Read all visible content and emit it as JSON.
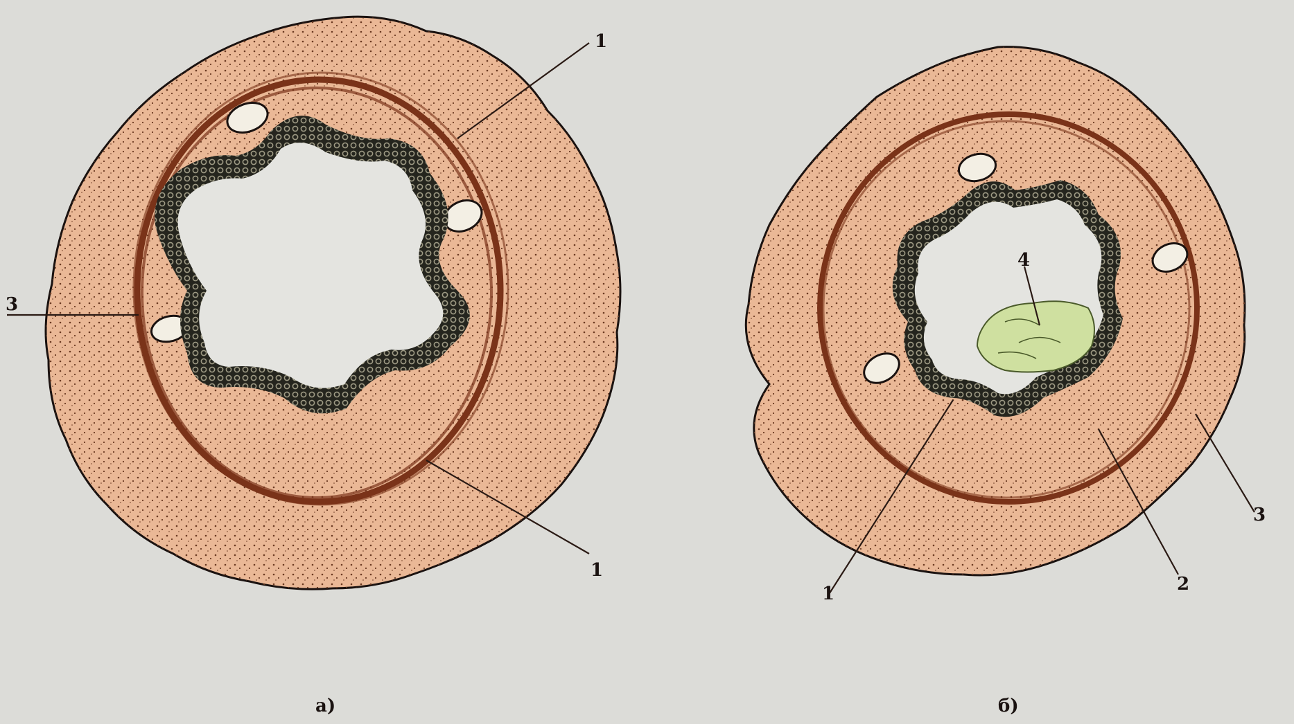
{
  "colors": {
    "background": "#dcdcd8",
    "tissue": "#eab896",
    "tissue_dots": "#6b3a22",
    "muscle_band": "#7a3319",
    "epithelium": "#25251e",
    "epithelium_cells": "#9e9a84",
    "lumen": "#e4e4e0",
    "content": "#cfe0a0",
    "outline": "#1a1210",
    "leader": "#2a1a14"
  },
  "figure_a": {
    "caption": "а)",
    "labels": {
      "top": "1",
      "left": "3",
      "bottom": "1"
    }
  },
  "figure_b": {
    "caption": "б)",
    "labels": {
      "content": "4",
      "bottom_left": "1",
      "bottom_mid": "2",
      "bottom_right": "3"
    }
  }
}
